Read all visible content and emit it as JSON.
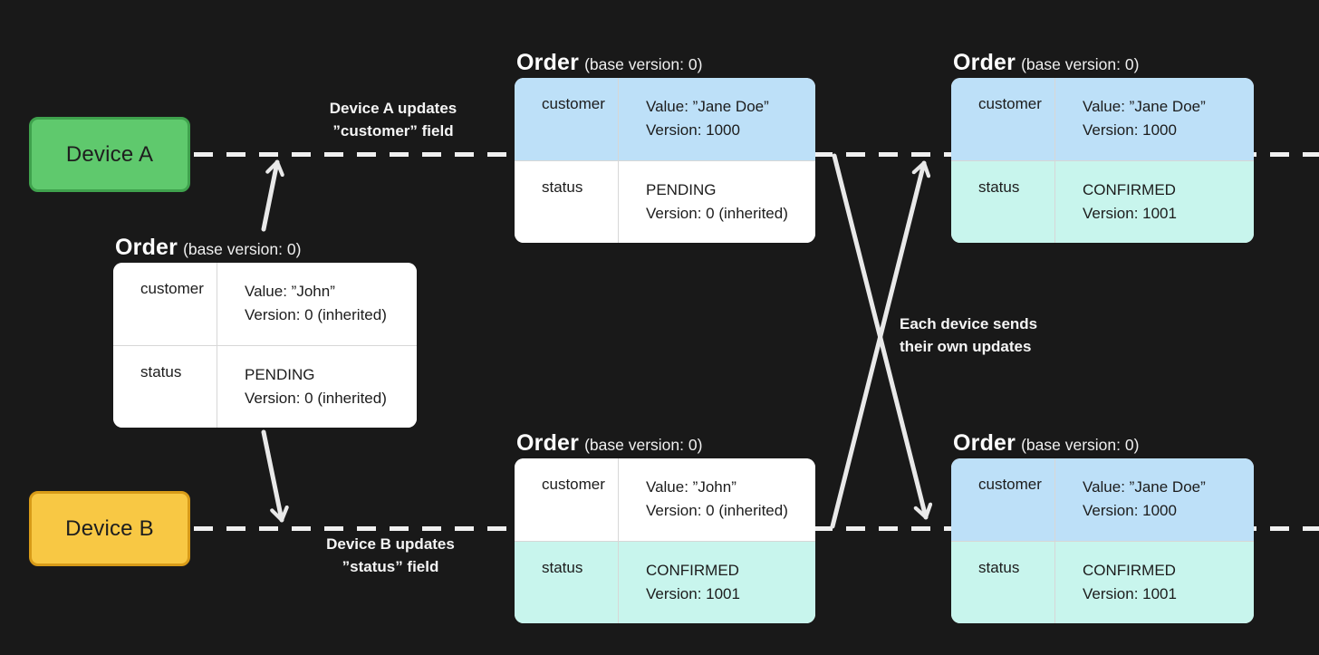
{
  "canvas": {
    "background": "#191919"
  },
  "devices": [
    {
      "label": "Device A",
      "fill": "#5fc96d",
      "border": "#3fa24d"
    },
    {
      "label": "Device B",
      "fill": "#f8c844",
      "border": "#d89b18"
    }
  ],
  "annotations": {
    "device_a_update": {
      "line1": "Device A updates",
      "line2": "”customer” field"
    },
    "device_b_update": {
      "line1": "Device B updates",
      "line2": "”status” field"
    },
    "exchange": {
      "line1": "Each device sends",
      "line2": "their own updates"
    }
  },
  "tables": [
    {
      "name": "base-order",
      "title": "Order",
      "subtitle": "(base version: 0)",
      "rows": [
        {
          "field": "customer",
          "value": "Value: ”John”",
          "version": "Version: 0 (inherited)",
          "bg": "#ffffff"
        },
        {
          "field": "status",
          "value": "PENDING",
          "version": "Version: 0 (inherited)",
          "bg": "#ffffff"
        }
      ]
    },
    {
      "name": "device-a-local-order",
      "title": "Order",
      "subtitle": "(base version: 0)",
      "rows": [
        {
          "field": "customer",
          "value": "Value: ”Jane Doe”",
          "version": "Version: 1000",
          "bg": "#bde0f8"
        },
        {
          "field": "status",
          "value": "PENDING",
          "version": "Version: 0 (inherited)",
          "bg": "#ffffff"
        }
      ]
    },
    {
      "name": "device-a-merged-order",
      "title": "Order",
      "subtitle": "(base version: 0)",
      "rows": [
        {
          "field": "customer",
          "value": "Value: ”Jane Doe”",
          "version": "Version: 1000",
          "bg": "#bde0f8"
        },
        {
          "field": "status",
          "value": "CONFIRMED",
          "version": "Version: 1001",
          "bg": "#c8f5ed"
        }
      ]
    },
    {
      "name": "device-b-local-order",
      "title": "Order",
      "subtitle": "(base version: 0)",
      "rows": [
        {
          "field": "customer",
          "value": "Value: ”John”",
          "version": "Version: 0 (inherited)",
          "bg": "#ffffff"
        },
        {
          "field": "status",
          "value": "CONFIRMED",
          "version": "Version: 1001",
          "bg": "#c8f5ed"
        }
      ]
    },
    {
      "name": "device-b-merged-order",
      "title": "Order",
      "subtitle": "(base version: 0)",
      "rows": [
        {
          "field": "customer",
          "value": "Value: ”Jane Doe”",
          "version": "Version: 1000",
          "bg": "#bde0f8"
        },
        {
          "field": "status",
          "value": "CONFIRMED",
          "version": "Version: 1001",
          "bg": "#c8f5ed"
        }
      ]
    }
  ],
  "colors": {
    "dashed_line": "#f0f0f0",
    "arrow": "#e9e9e9",
    "row_blue": "#bde0f8",
    "row_teal": "#c8f5ed",
    "row_white": "#ffffff",
    "device_a_green": "#5fc96d",
    "device_b_amber": "#f8c844"
  }
}
